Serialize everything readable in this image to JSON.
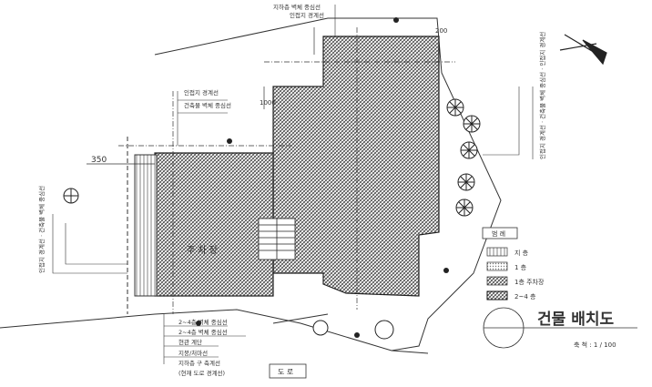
{
  "title": "건물 배치도",
  "scale": "축 척 : 1 / 100",
  "road_label": "도 로",
  "legend": {
    "heading": "범 례",
    "items": [
      {
        "label": "지 층"
      },
      {
        "label": "1 층"
      },
      {
        "label": "1층 주차장"
      },
      {
        "label": "2~4 층"
      }
    ]
  },
  "dimensions": {
    "left_offset": "350",
    "top_offset": "200",
    "mid_offset": "1000"
  },
  "annotations": {
    "top_center_1": "지하층 벽체 중심선",
    "top_center_2": "인접지 경계선",
    "top_left_1": "인접지 경계선",
    "top_left_2": "건축물 벽체 중심선",
    "left_column": "인접지 경계선 · 건축물 벽체 중심선",
    "right_column": "인접지 경계선 · 건축물 벽체 중심선 · 인접지 경계선",
    "bottom_1": "2~4층 벽체 중심선",
    "bottom_2": "2~4층 벽체 중심선",
    "bottom_3": "현관 계단",
    "bottom_4": "지붕/처마선",
    "bottom_5": "지하층 구 축계선",
    "bottom_6": "(현재 도로 경계선)"
  },
  "building_label": "주 차 장",
  "colors": {
    "ink": "#333333",
    "hatch": "#555555",
    "paper": "#ffffff"
  }
}
